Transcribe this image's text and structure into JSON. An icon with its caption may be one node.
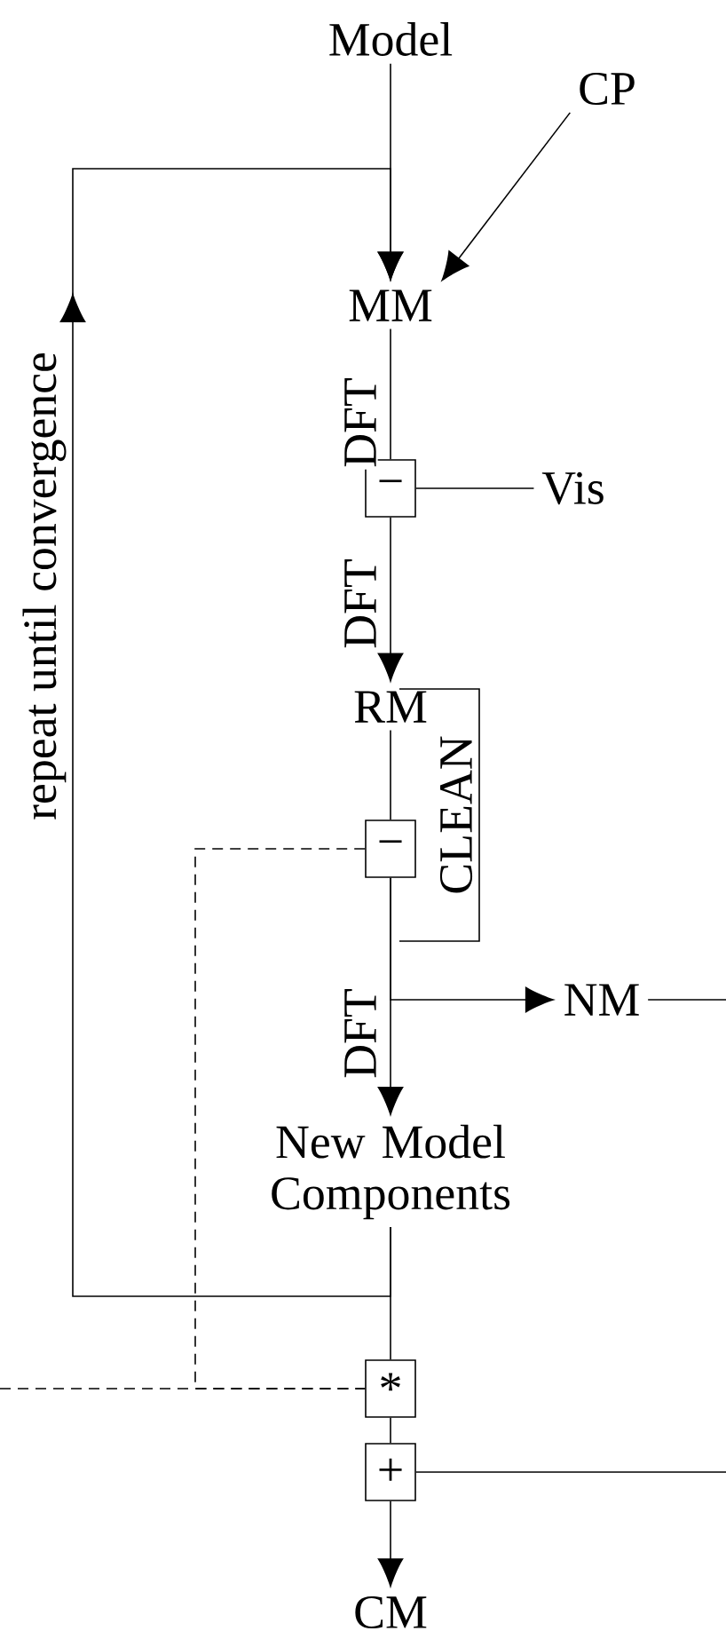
{
  "diagram": {
    "nodes": [
      {
        "text": [
          "Model"
        ]
      },
      {
        "text": [
          "CP"
        ]
      },
      {
        "text": [
          "MM"
        ]
      },
      {
        "text": [
          "−"
        ]
      },
      {
        "text": [
          "Vis"
        ]
      },
      {
        "text": [
          "RM"
        ]
      },
      {
        "text": [
          "−"
        ]
      },
      {
        "text": [
          "NM"
        ]
      },
      {
        "text": [
          "New Model Components"
        ]
      },
      {
        "text": [
          "*"
        ]
      },
      {
        "text": [
          "+"
        ]
      },
      {
        "text": [
          "CM"
        ]
      }
    ],
    "edges": [
      {
        "from": 0,
        "to": 2,
        "arrow": "to"
      },
      {
        "from": 1,
        "to": 2,
        "arrow": "to"
      },
      {
        "from": 2,
        "to": 3,
        "arrow": "none",
        "label": "DFT"
      },
      {
        "from": 3,
        "to": 4,
        "arrow": "none"
      },
      {
        "from": 3,
        "to": 5,
        "arrow": "to",
        "label": "DFT"
      },
      {
        "from": 5,
        "to": 6,
        "arrow": "none"
      },
      {
        "from": 6,
        "to": 8,
        "arrow": "to",
        "label": "DFT"
      },
      {
        "from": 6,
        "to": 7,
        "arrow": "to"
      },
      {
        "from": 7,
        "to": null,
        "arrow": "none"
      },
      {
        "from": 6,
        "to": 9,
        "arrow": "none",
        "style": "dashed"
      },
      {
        "from": null,
        "to": 9,
        "arrow": "none",
        "style": "dashed"
      },
      {
        "from": 8,
        "to": 2,
        "arrow": "to",
        "label": "repeat until convergence"
      },
      {
        "from": 8,
        "to": 9,
        "arrow": "none"
      },
      {
        "from": 9,
        "to": 10,
        "arrow": "none"
      },
      {
        "from": null,
        "to": 10,
        "arrow": "none"
      },
      {
        "from": 10,
        "to": 11,
        "arrow": "to"
      }
    ],
    "labels": [
      "CLEAN"
    ]
  }
}
